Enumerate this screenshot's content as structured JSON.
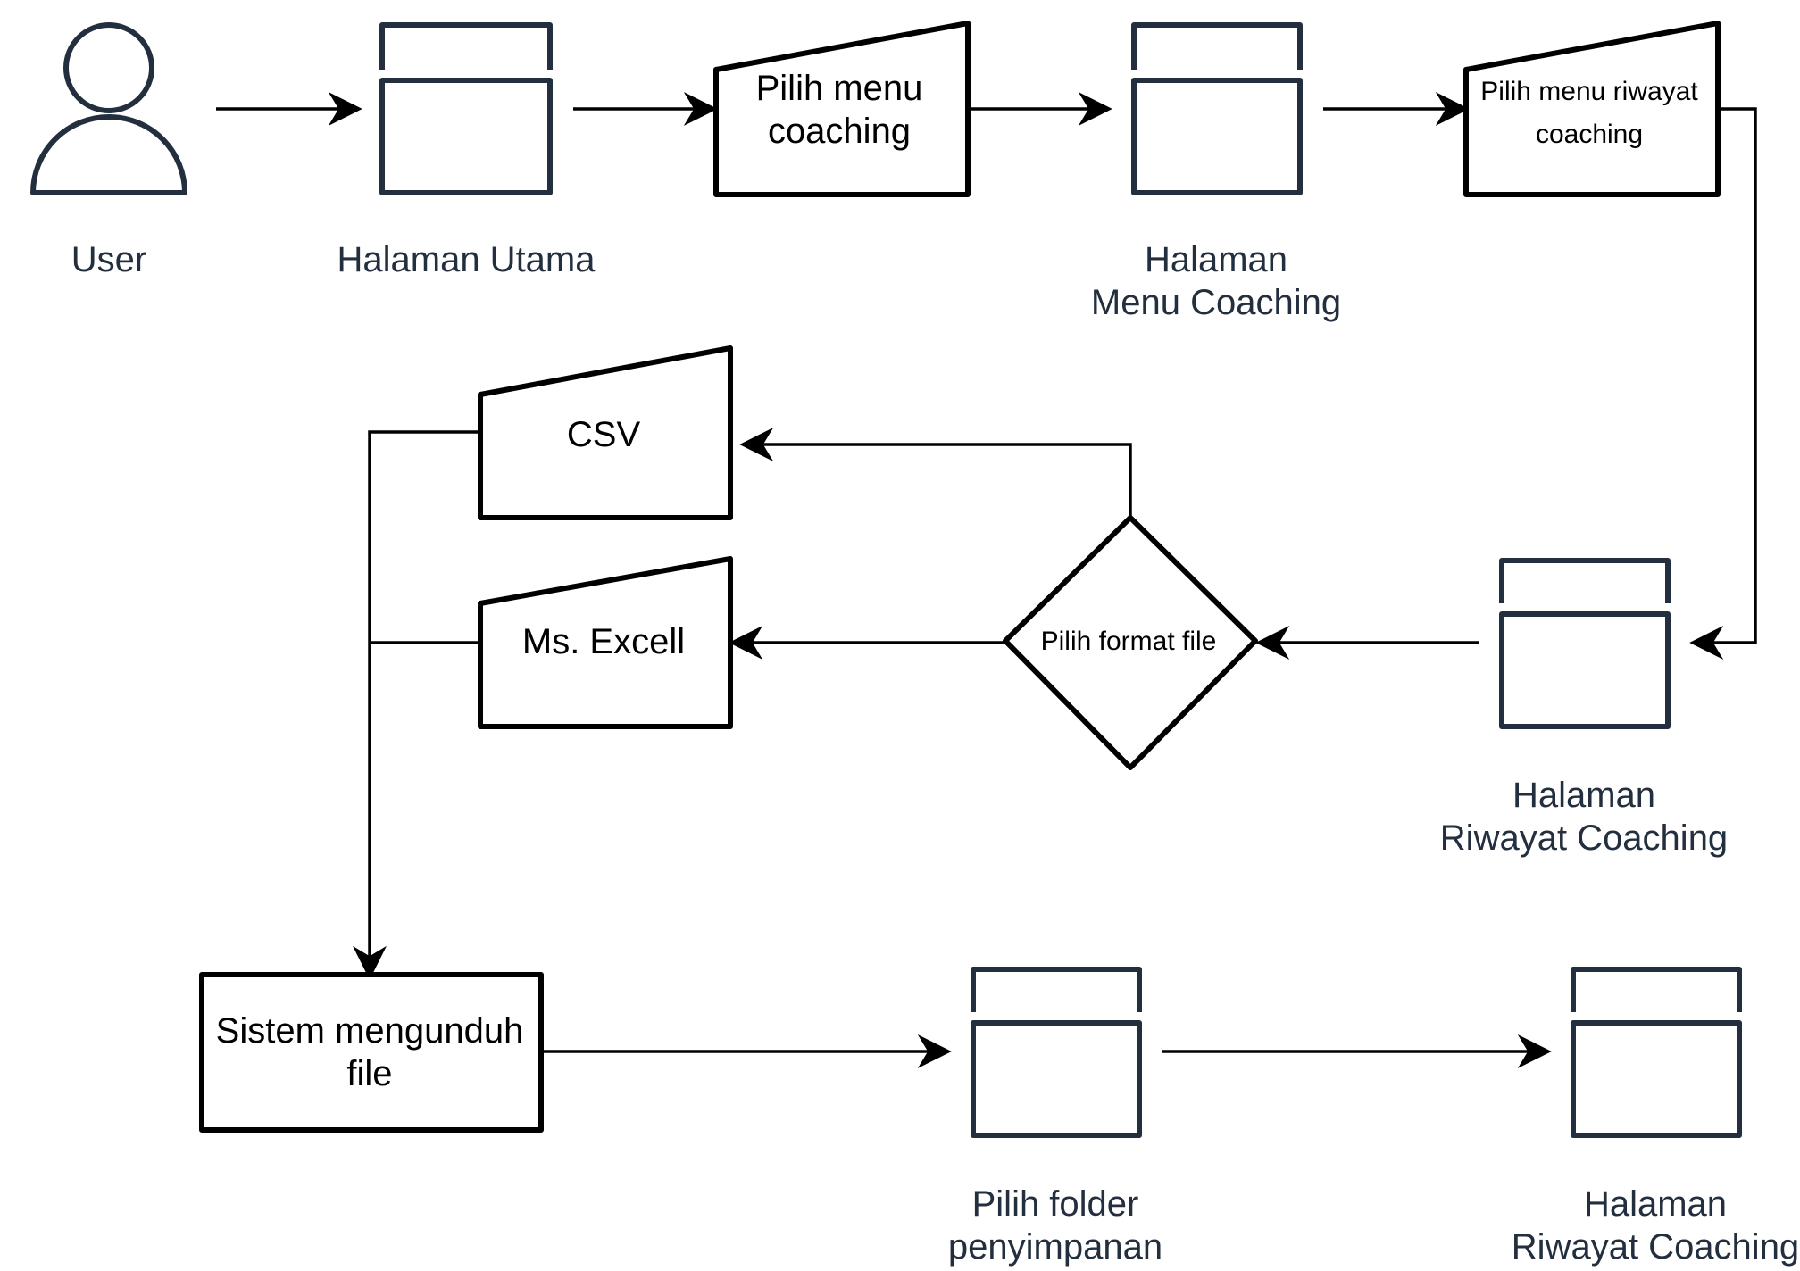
{
  "nodes": {
    "user": {
      "label": "User",
      "icon": "user-icon"
    },
    "halaman_utama": {
      "label": "Halaman Utama",
      "icon": "page-icon"
    },
    "pilih_menu_coaching": {
      "line1": "Pilih menu",
      "line2": "coaching"
    },
    "halaman_menu_coaching": {
      "line1": "Halaman",
      "line2": "Menu Coaching",
      "icon": "page-icon"
    },
    "pilih_menu_riwayat": {
      "line1": "Pilih menu riwayat",
      "line2": "coaching"
    },
    "halaman_riwayat_coaching": {
      "line1": "Halaman",
      "line2": "Riwayat Coaching",
      "icon": "page-icon"
    },
    "pilih_format_file": {
      "label": "Pilih format file"
    },
    "csv": {
      "label": "CSV"
    },
    "ms_excell": {
      "label": "Ms. Excell"
    },
    "sistem_mengunduh": {
      "line1": "Sistem mengunduh",
      "line2": "file"
    },
    "pilih_folder": {
      "line1": "Pilih folder",
      "line2": "penyimpanan",
      "icon": "page-icon"
    },
    "halaman_riwayat_coaching_2": {
      "line1": "Halaman",
      "line2": "Riwayat Coaching",
      "icon": "page-icon"
    }
  },
  "colors": {
    "icon_stroke": "#232f3e",
    "label_text": "#232f3e",
    "shape_stroke": "#000000",
    "edge": "#000000"
  }
}
